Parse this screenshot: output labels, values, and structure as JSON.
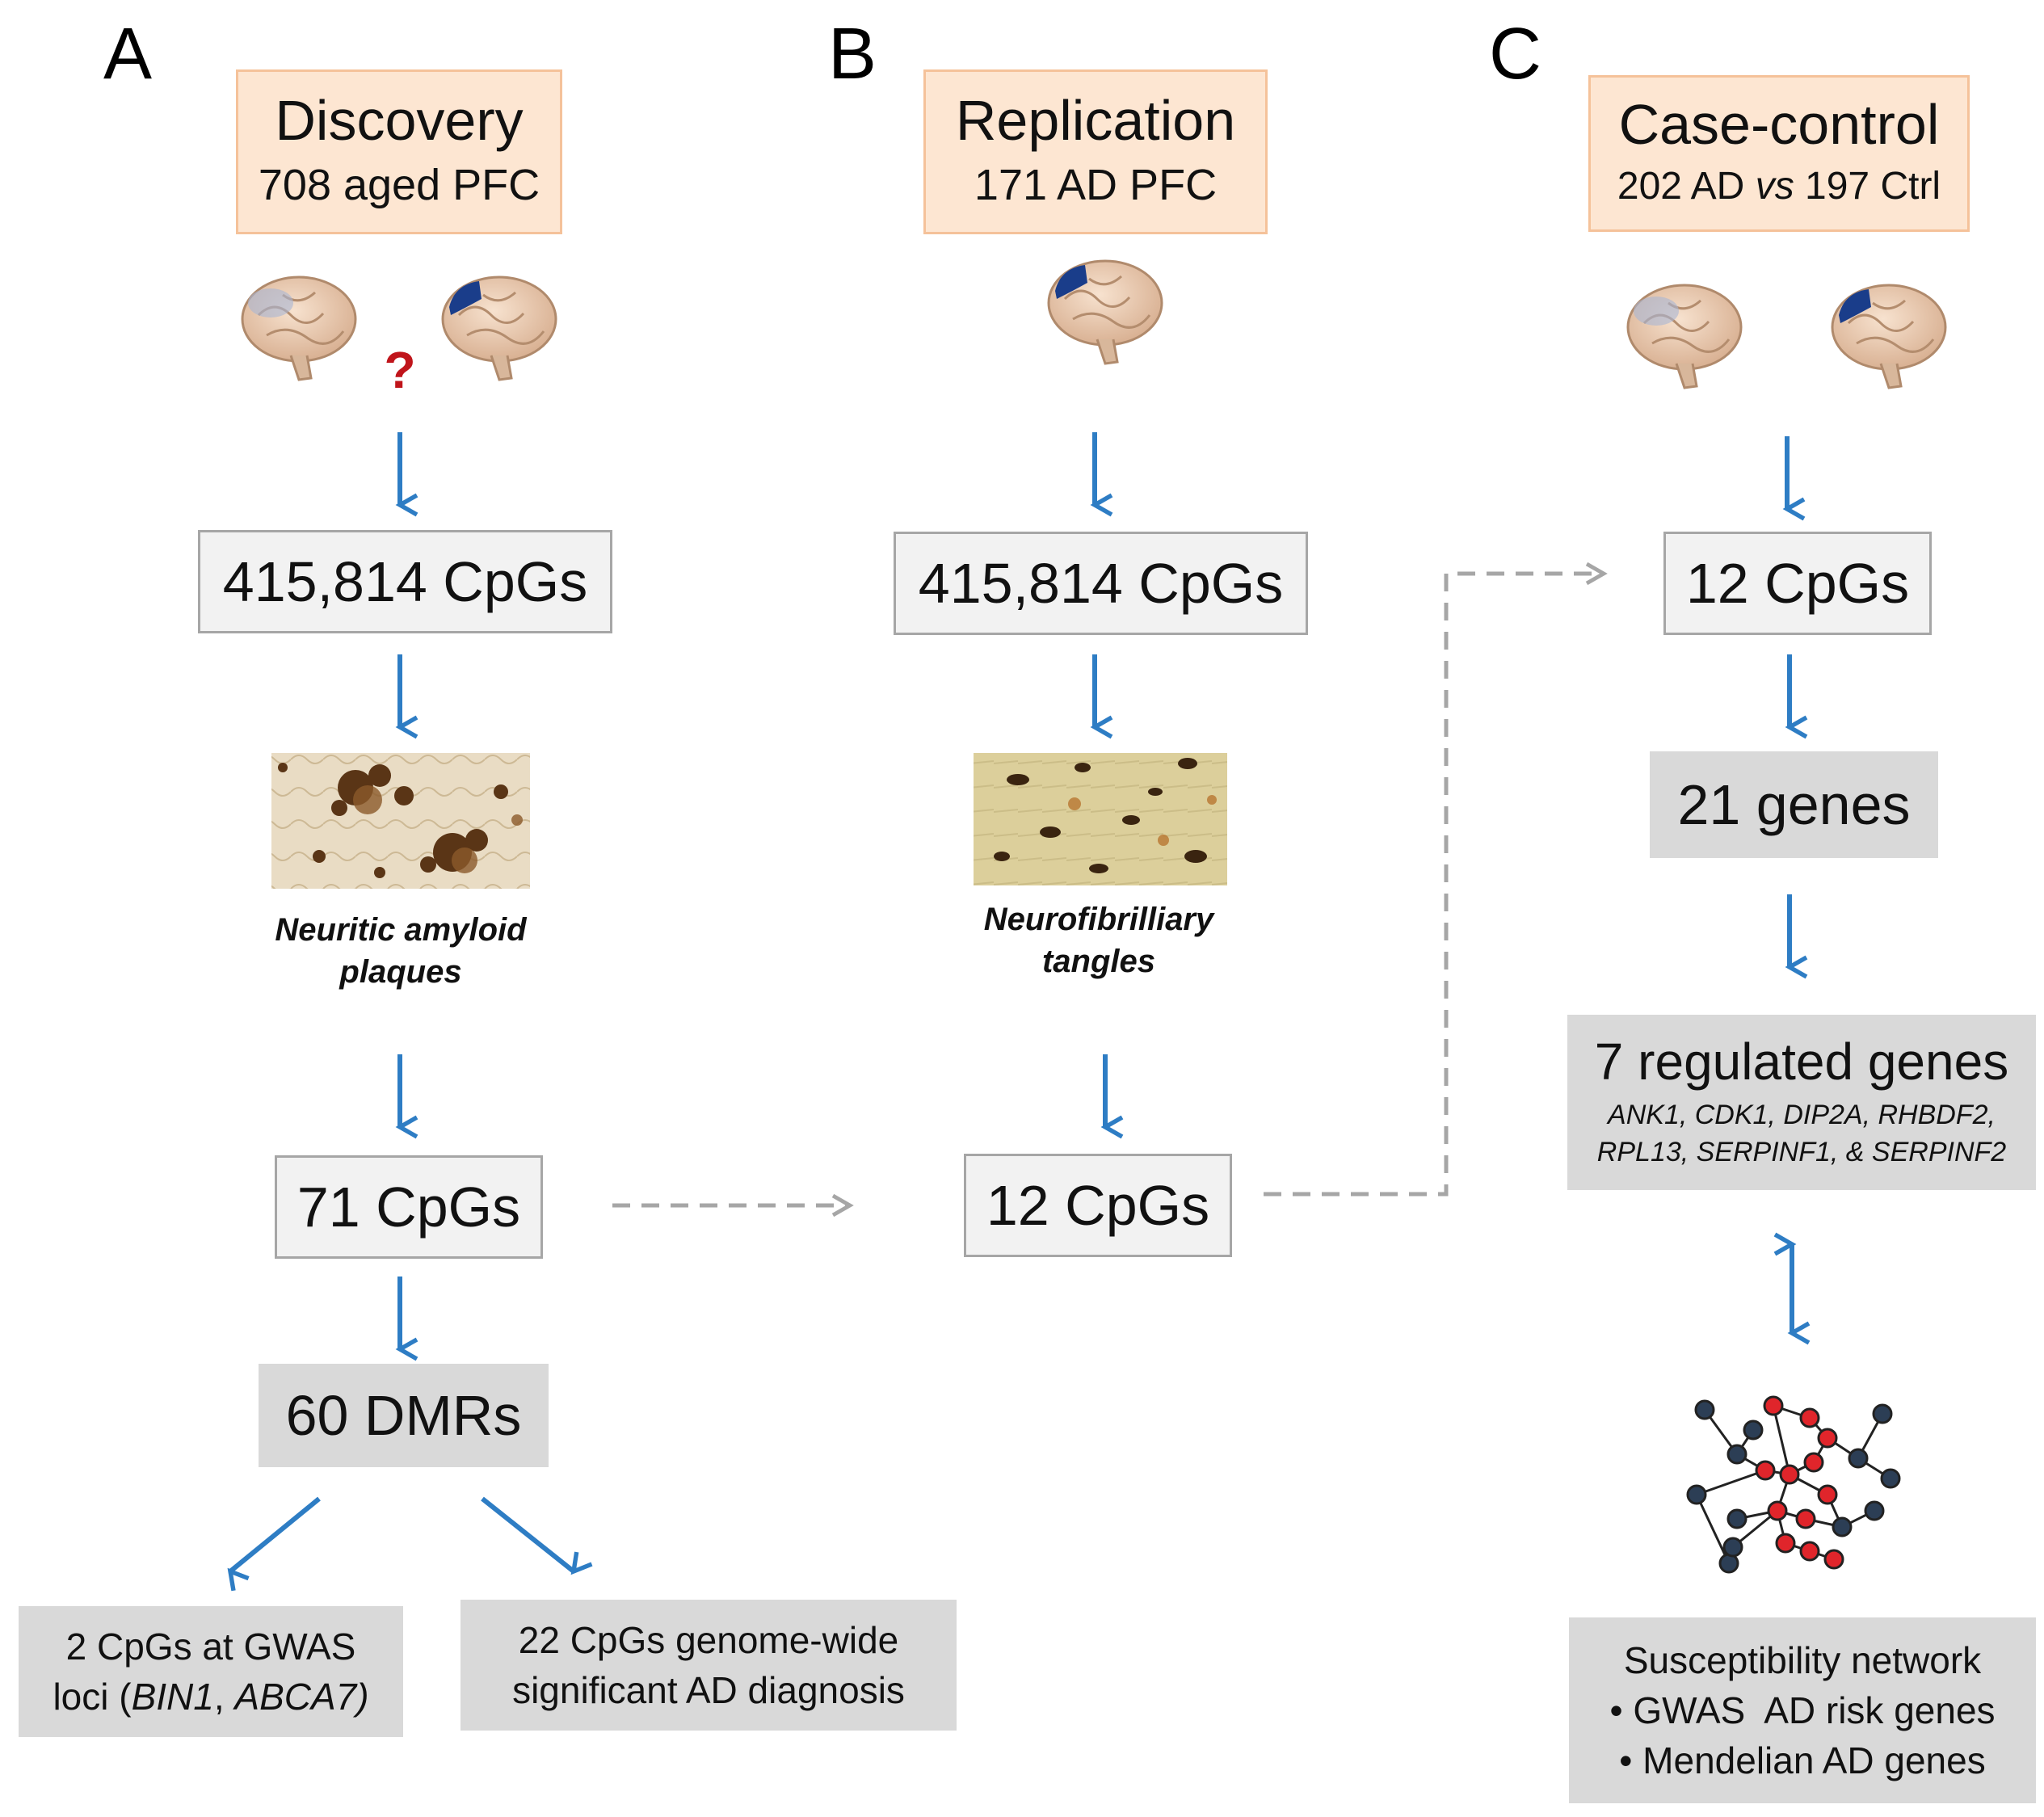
{
  "panels": {
    "a": {
      "letter": "A",
      "title": "Discovery",
      "subtitle": "708 aged PFC",
      "question_mark": "?",
      "cpgs_all": "415,814 CpGs",
      "image_caption_line1": "Neuritic amyloid",
      "image_caption_line2": "plaques",
      "cpgs_found": "71 CpGs",
      "dmrs": "60 DMRs",
      "left_result": {
        "prefix": "2 CpGs at GWAS",
        "line2_prefix": "loci (",
        "gene1": "BIN1",
        "sep": ", ",
        "gene2": "ABCA7)"
      },
      "right_result_line1": "22 CpGs genome-wide",
      "right_result_line2": "significant AD diagnosis"
    },
    "b": {
      "letter": "B",
      "title": "Replication",
      "subtitle": "171 AD PFC",
      "cpgs_all": "415,814 CpGs",
      "image_caption_line1": "Neurofibrilliary",
      "image_caption_line2": "tangles",
      "cpgs_found": "12 CpGs"
    },
    "c": {
      "letter": "C",
      "title": "Case-control",
      "subtitle_prefix": "202 AD ",
      "subtitle_vs": "vs",
      "subtitle_suffix": " 197 Ctrl",
      "cpgs": "12 CpGs",
      "genes": "21 genes",
      "regulated_title": "7 regulated genes",
      "regulated_list_line1": "ANK1, CDK1, DIP2A, RHBDF2,",
      "regulated_list_line2": "RPL13, SERPINF1, & SERPINF2",
      "network_title": "Susceptibility network",
      "network_item1": "• GWAS  AD risk genes",
      "network_item2": "• Mendelian AD genes"
    }
  },
  "colors": {
    "arrow": "#2e7dc4",
    "dashed": "#a6a6a6",
    "header_fill": "#fde6d2",
    "node_red": "#e0252b",
    "node_dark": "#2c3e55"
  }
}
